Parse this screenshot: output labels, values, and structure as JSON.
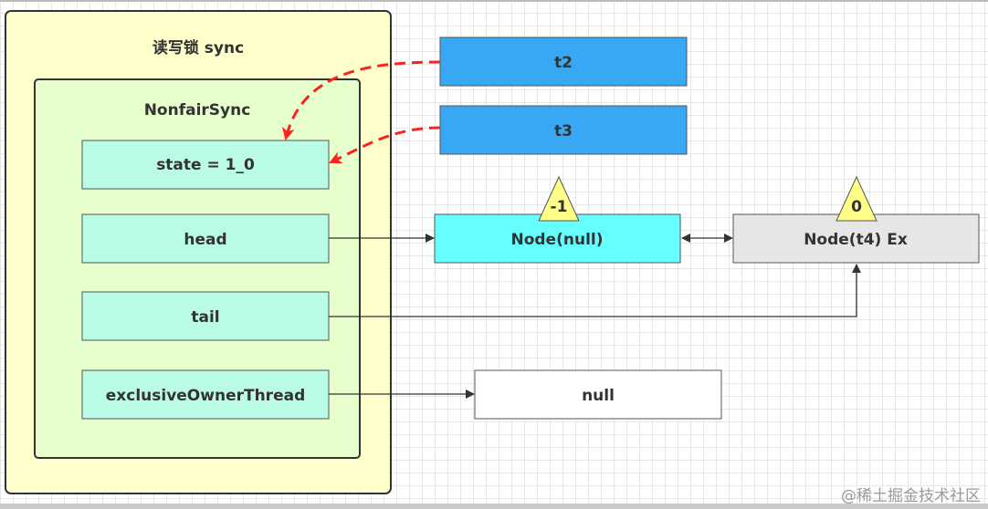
{
  "outer": {
    "title": "读写锁 sync"
  },
  "inner": {
    "title": "NonfairSync"
  },
  "fields": [
    "state = 1_0",
    "head",
    "tail",
    "exclusiveOwnerThread"
  ],
  "threads": [
    "t2",
    "t3"
  ],
  "nodes": [
    {
      "label": "Node(null)",
      "waitStatus": "-1"
    },
    {
      "label": "Node(t4) Ex",
      "waitStatus": "0"
    }
  ],
  "owner_value": "null",
  "watermark": "@稀土掘金技术社区",
  "colors": {
    "outer_fill": "#ffffcc",
    "inner_fill": "#e6ffcc",
    "field_fill": "#b9fbe4",
    "thread_fill": "#38a8f5",
    "head_node_fill": "#66ffff",
    "tail_node_fill": "#e6e6e6",
    "triangle_fill": "#ffff88",
    "dashed_arrow": "#ff2020"
  }
}
